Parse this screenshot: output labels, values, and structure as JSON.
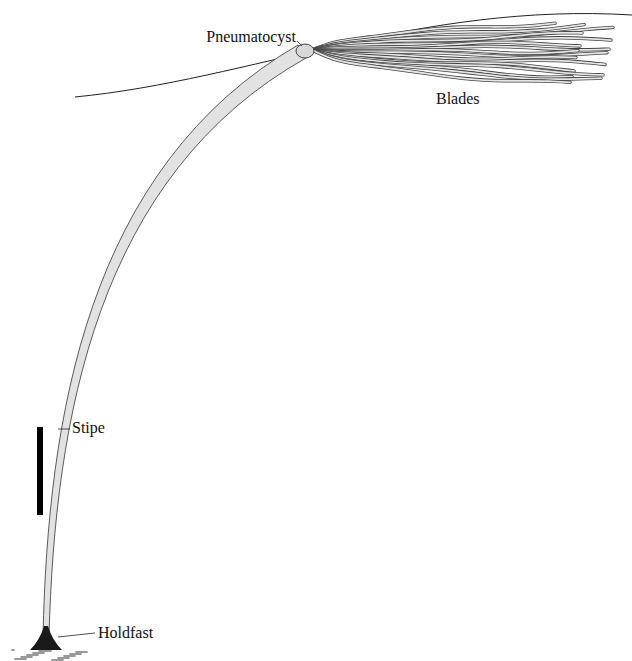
{
  "diagram": {
    "labels": [
      "Pneumatocyst",
      "Blades",
      "Stipe",
      "Holdfast"
    ]
  }
}
